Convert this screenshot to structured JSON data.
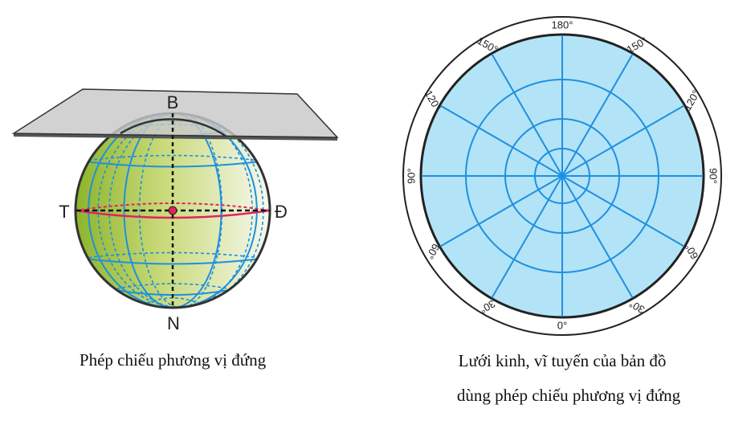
{
  "left_figure": {
    "labels": {
      "north": "B",
      "south": "N",
      "west": "T",
      "east": "Đ"
    },
    "caption": "Phép chiếu phương vị đứng"
  },
  "right_figure": {
    "meridian_labels": [
      {
        "deg": 0,
        "text": "0°"
      },
      {
        "deg": 30,
        "text": "30°"
      },
      {
        "deg": 60,
        "text": "60°"
      },
      {
        "deg": 90,
        "text": "90°"
      },
      {
        "deg": 120,
        "text": "120°"
      },
      {
        "deg": 150,
        "text": "150°"
      },
      {
        "deg": 180,
        "text": "180°"
      },
      {
        "deg": -150,
        "text": "150°"
      },
      {
        "deg": -120,
        "text": "120°"
      },
      {
        "deg": -90,
        "text": "90°"
      },
      {
        "deg": -60,
        "text": "60°"
      },
      {
        "deg": -30,
        "text": "30°"
      }
    ],
    "caption_line1": "Lưới kinh, vĩ tuyến của bản đồ",
    "caption_line2": "dùng phép chiếu phương vị đứng"
  },
  "colors": {
    "globe_dark": "#8db42a",
    "grid_blue": "#1e90e0",
    "map_fill": "#b3e3f7",
    "equator": "#e0245e"
  }
}
